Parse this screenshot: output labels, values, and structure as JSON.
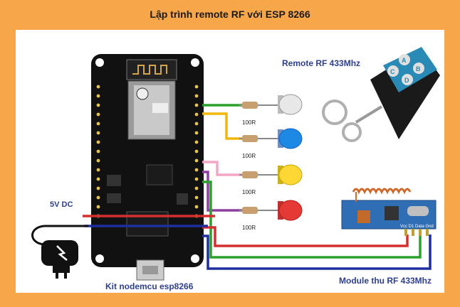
{
  "title": "Lập trình remote RF với ESP 8266",
  "labels": {
    "remote": "Remote RF 433Mhz",
    "module": "Module thu RF 433Mhz",
    "kit": "Kit nodemcu esp8266",
    "power": "5V DC"
  },
  "resistors": [
    "100R",
    "100R",
    "100R",
    "100R"
  ],
  "remote_buttons": [
    "A",
    "C",
    "B",
    "D"
  ],
  "led_colors": [
    "#e8e8e8",
    "#1e88e5",
    "#fdd835",
    "#e53935"
  ],
  "wire_colors": {
    "green": "#2ca02c",
    "yellow": "#f2b705",
    "pink": "#f4a6c6",
    "purple": "#8e3fa0",
    "red": "#d32f2f",
    "blue": "#1f2fa0"
  },
  "module_pins": "Vcc D1 Data Gnd"
}
